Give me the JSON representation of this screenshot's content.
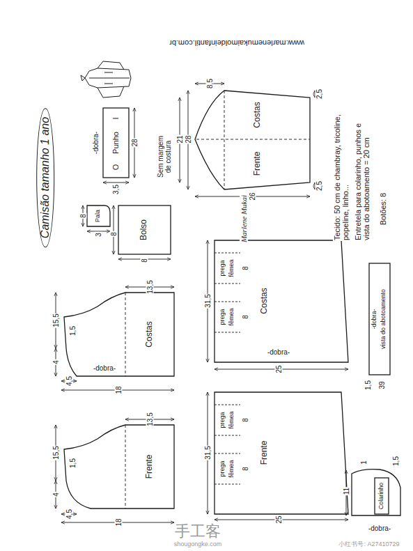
{
  "diagram": {
    "title": "Camisão tamanho 1 ano",
    "nodes": [
      {
        "text": [
          "Punho",
          "I",
          "O"
        ]
      },
      {
        "text": [
          "Pala"
        ]
      },
      {
        "text": [
          "Bolso"
        ]
      },
      {
        "text": [
          "Costas",
          "Frente"
        ]
      },
      {
        "text": [
          "Costas",
          "-dobra-"
        ]
      },
      {
        "text": [
          "Frente"
        ]
      },
      {
        "text": [
          "Costas",
          "-dobra-",
          "prega",
          "fêmea",
          "prega",
          "fêmea"
        ]
      },
      {
        "text": [
          "Frente",
          "prega",
          "fêmea",
          "prega",
          "fêmea"
        ]
      },
      {
        "text": [
          "vista do abotoamento",
          "-dobra-"
        ]
      },
      {
        "text": [
          "Colarinho"
        ]
      }
    ],
    "labels": [
      "www.marlenemukaimoldeinfantil.com.br",
      "-dobra-",
      "28",
      "3,5",
      "Sem margem de costura",
      "8",
      "3",
      "8",
      "8",
      "8,5",
      "2,5",
      "21",
      "28",
      "2,5",
      "26",
      "Marlene Mukai",
      "Tecido: 50 cm de chambray, tricoline, popeline, linho...",
      "Entretela para colarinho, punhos e vista do abotoamento = 20 cm",
      "Botões: 8",
      "13,5",
      "1,5",
      "15,5",
      "4",
      "4,5",
      "18",
      "13,5",
      "1,5",
      "15,5",
      "4",
      "4,5",
      "18",
      "31,5",
      "25",
      "8",
      "8",
      "31,5",
      "25",
      "8",
      "8",
      "39",
      "1,5",
      "11",
      "-dobra-",
      "1",
      "1,5",
      "手工客",
      "shougongke.com",
      "小红书号: A27410729"
    ]
  }
}
